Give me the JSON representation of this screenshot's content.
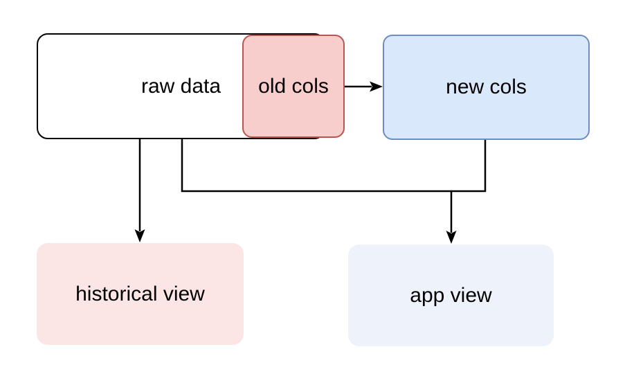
{
  "diagram": {
    "background_color": "#ffffff",
    "edge_color": "#000000",
    "nodes": {
      "raw_data": {
        "label": "raw data",
        "fill": "#ffffff",
        "stroke": "#000000"
      },
      "old_cols": {
        "label": "old cols",
        "fill": "#f8cecc",
        "stroke": "#b85450"
      },
      "new_cols": {
        "label": "new cols",
        "fill": "#dae8fc",
        "stroke": "#6c8ebf"
      },
      "historical_view": {
        "label": "historical view",
        "fill": "#fbe6e5",
        "stroke": "none"
      },
      "app_view": {
        "label": "app view",
        "fill": "#eef3fb",
        "stroke": "none"
      }
    },
    "edges": [
      {
        "from": "old cols",
        "to": "new cols",
        "style": "straight-arrow"
      },
      {
        "from": "raw data",
        "to": "historical view",
        "style": "straight-arrow"
      },
      {
        "from": "raw data",
        "to": "app view",
        "style": "orthogonal-arrow"
      },
      {
        "from": "new cols",
        "to": "app view",
        "style": "orthogonal-merge"
      }
    ]
  }
}
